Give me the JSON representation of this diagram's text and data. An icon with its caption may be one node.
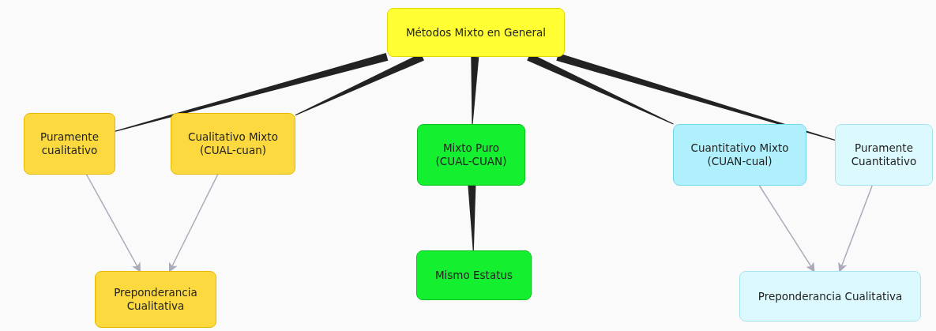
{
  "diagram": {
    "nodes": [
      {
        "text": [
          "Métodos Mixto en General"
        ]
      },
      {
        "text": [
          "Puramente cualitativo"
        ]
      },
      {
        "text": [
          "Cualitativo Mixto (CUAL-cuan)"
        ]
      },
      {
        "text": [
          "Mixto Puro (CUAL-CUAN)"
        ]
      },
      {
        "text": [
          "Cuantitativo Mixto (CUAN-cual)"
        ]
      },
      {
        "text": [
          "Puramente Cuantitativo"
        ]
      },
      {
        "text": [
          "Preponderancia Cualitativa"
        ]
      },
      {
        "text": [
          "Mismo Estatus"
        ]
      },
      {
        "text": [
          "Preponderancia Cualitativa"
        ]
      }
    ],
    "edges": [
      {
        "from": 0,
        "to": 1,
        "arrow": "none",
        "style": "thick"
      },
      {
        "from": 0,
        "to": 2,
        "arrow": "none",
        "style": "thick"
      },
      {
        "from": 0,
        "to": 3,
        "arrow": "none",
        "style": "thick"
      },
      {
        "from": 0,
        "to": 4,
        "arrow": "none",
        "style": "thick"
      },
      {
        "from": 0,
        "to": 5,
        "arrow": "none",
        "style": "thick"
      },
      {
        "from": 3,
        "to": 7,
        "arrow": "none",
        "style": "thick"
      },
      {
        "from": 1,
        "to": 6,
        "arrow": "to",
        "color": "#a9abb8"
      },
      {
        "from": 2,
        "to": 6,
        "arrow": "to",
        "color": "#a9abb8"
      },
      {
        "from": 4,
        "to": 8,
        "arrow": "to",
        "color": "#a9abb8"
      },
      {
        "from": 5,
        "to": 8,
        "arrow": "to",
        "color": "#a9abb8"
      }
    ]
  }
}
